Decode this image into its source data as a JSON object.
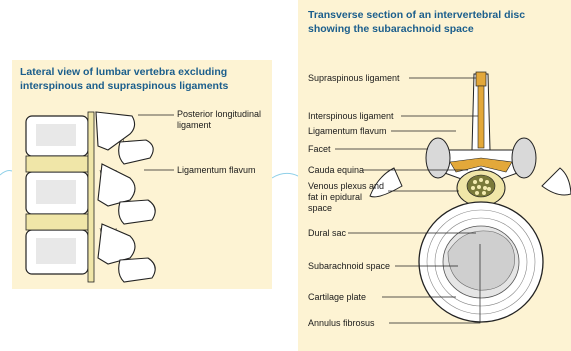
{
  "left_panel": {
    "title": "Lateral view of lumbar vertebra excluding interspinous and supraspinous ligaments",
    "labels": {
      "posterior_longitudinal": "Posterior longitudinal ligament",
      "ligamentum_flavum": "Ligamentum flavum"
    }
  },
  "right_panel": {
    "title": "Transverse section of an intervertebral disc showing the subarachnoid space",
    "labels": [
      "Supraspinous ligament",
      "Interspinous ligament",
      "Ligamentum flavum",
      "Facet",
      "Cauda equina",
      "Venous plexus and fat in epidural space",
      "Dural sac",
      "Subarachnoid space",
      "Cartilage plate",
      "Annulus fibrosus"
    ]
  },
  "colors": {
    "panel_bg": "#fdf3d3",
    "title": "#1b5e8c",
    "ligament": "#e3a83a",
    "disc": "#f0e6a8",
    "bone": "#ffffff",
    "connector": "#8fd0e8"
  }
}
